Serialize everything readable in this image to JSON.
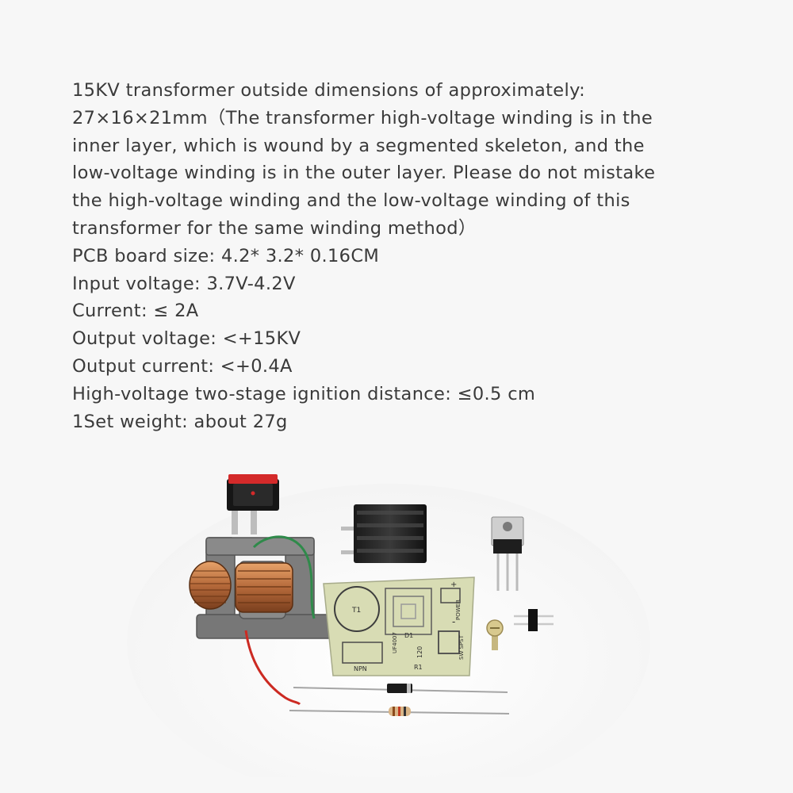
{
  "description_lines": [
    "15KV transformer outside dimensions of approximately:",
    "27×16×21mm（The transformer high-voltage winding is in the",
    "inner layer, which is wound by a segmented skeleton, and the",
    "low-voltage winding is in the outer layer. Please do not mistake",
    "the high-voltage winding and the low-voltage winding of this",
    "transformer for the same winding method）"
  ],
  "specs": [
    "PCB board size: 4.2* 3.2* 0.16CM",
    "Input voltage: 3.7V-4.2V",
    "Current: ≤ 2A",
    "Output voltage: <+15KV",
    "Output current: <+0.4A",
    "High-voltage two-stage ignition distance: ≤0.5 cm",
    "1Set weight: about 27g"
  ],
  "pcb_silkscreen": {
    "t1": "T1",
    "d1": "D1",
    "diode_part": "UF4007",
    "r1": "R1",
    "r1_value": "120",
    "npn": "NPN",
    "sw": "SW SPST",
    "power": "POWER",
    "plus": "+",
    "minus": "-"
  },
  "colors": {
    "text": "#3a3a3a",
    "background": "#f7f7f7",
    "pcb": "#d8dcb4",
    "copper_coil": "#b5693a",
    "switch_red": "#d42a2a",
    "wire_red": "#cc2a22",
    "wire_green": "#2f8a4a"
  }
}
